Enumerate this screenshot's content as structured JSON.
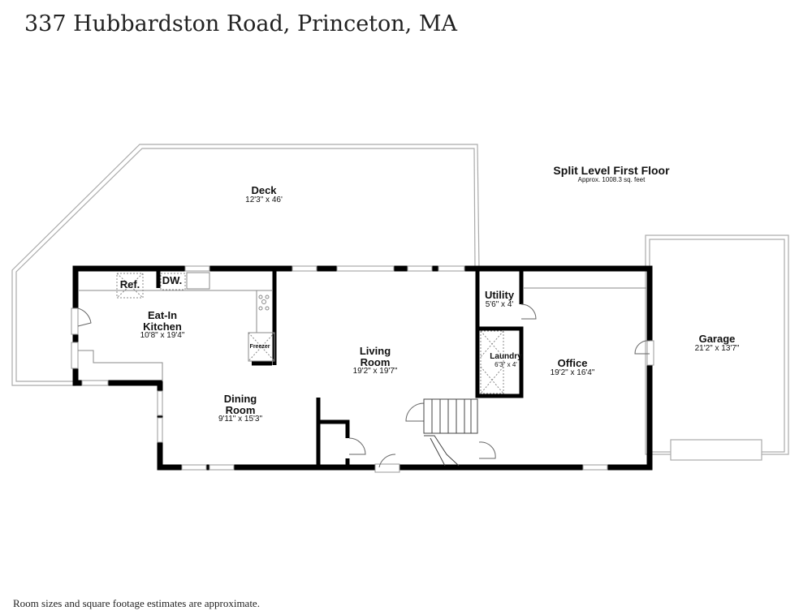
{
  "title": "337 Hubbardston Road, Princeton, MA",
  "floor": {
    "name": "Split Level First Floor",
    "area": "Approx. 1008.3 sq. feet"
  },
  "rooms": {
    "deck": {
      "name": "Deck",
      "dim": "12'3\" x 46'"
    },
    "kitchen": {
      "name1": "Eat-In",
      "name2": "Kitchen",
      "dim": "10'8\" x 19'4\""
    },
    "dining": {
      "name1": "Dining",
      "name2": "Room",
      "dim": "9'11\" x 15'3\""
    },
    "living": {
      "name1": "Living",
      "name2": "Room",
      "dim": "19'2\" x 19'7\""
    },
    "utility": {
      "name": "Utility",
      "dim": "5'6\" x 4'"
    },
    "laundry": {
      "name": "Laundry",
      "dim": "6'3\" x 4'"
    },
    "office": {
      "name": "Office",
      "dim": "19'2\" x 16'4\""
    },
    "garage": {
      "name": "Garage",
      "dim": "21'2\" x 13'7\""
    }
  },
  "fixtures": {
    "ref": "Ref.",
    "dw": "DW.",
    "freezer": "Freezer"
  },
  "note": "Room sizes and square footage estimates are approximate."
}
